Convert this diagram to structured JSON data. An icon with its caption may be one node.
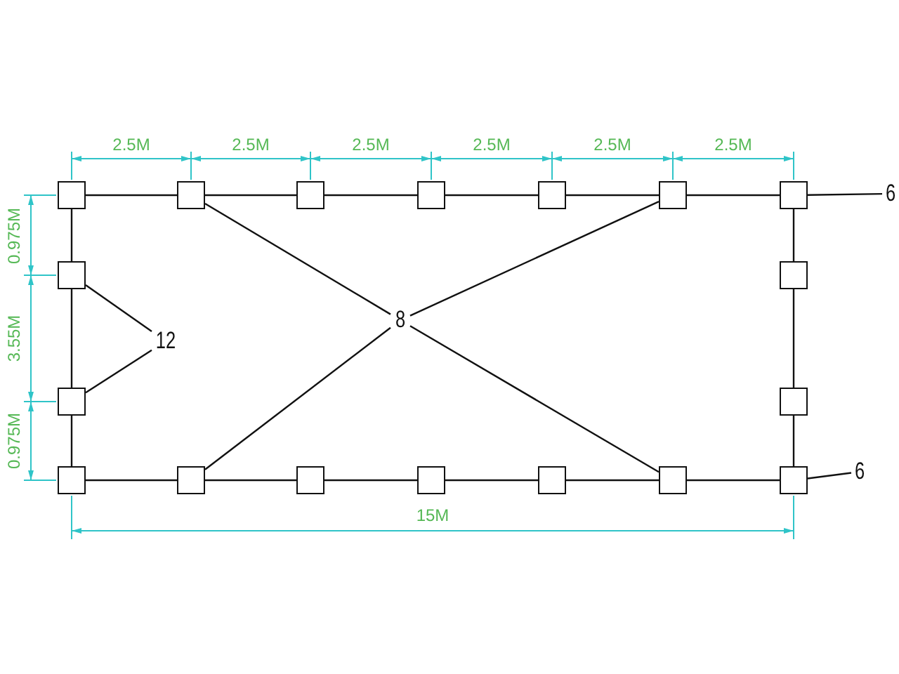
{
  "diagram": {
    "nodes": [
      {
        "text": [],
        "shape": "box"
      },
      {
        "text": [],
        "shape": "box"
      },
      {
        "text": [],
        "shape": "box"
      },
      {
        "text": [],
        "shape": "box"
      },
      {
        "text": [],
        "shape": "box"
      },
      {
        "text": [],
        "shape": "box"
      },
      {
        "text": [],
        "shape": "box"
      },
      {
        "text": [
          "6"
        ]
      },
      {
        "text": [],
        "shape": "box"
      },
      {
        "text": [],
        "shape": "box"
      },
      {
        "text": [
          "8"
        ]
      },
      {
        "text": [
          "12"
        ]
      },
      {
        "text": [],
        "shape": "box"
      },
      {
        "text": [],
        "shape": "box"
      },
      {
        "text": [],
        "shape": "box"
      },
      {
        "text": [],
        "shape": "box"
      },
      {
        "text": [],
        "shape": "box"
      },
      {
        "text": [],
        "shape": "box"
      },
      {
        "text": [],
        "shape": "box"
      },
      {
        "text": [],
        "shape": "box"
      },
      {
        "text": [],
        "shape": "box"
      },
      {
        "text": [
          "6"
        ]
      }
    ],
    "edges": [
      {
        "from": 0,
        "to": 1,
        "arrow": "none"
      },
      {
        "from": 1,
        "to": 2,
        "arrow": "none"
      },
      {
        "from": 2,
        "to": 3,
        "arrow": "none"
      },
      {
        "from": 3,
        "to": 4,
        "arrow": "none"
      },
      {
        "from": 4,
        "to": 5,
        "arrow": "none"
      },
      {
        "from": 5,
        "to": 6,
        "arrow": "none"
      },
      {
        "from": 0,
        "to": 8,
        "arrow": "none"
      },
      {
        "from": 8,
        "to": 12,
        "arrow": "none"
      },
      {
        "from": 12,
        "to": 14,
        "arrow": "none"
      },
      {
        "from": 6,
        "to": 9,
        "arrow": "none"
      },
      {
        "from": 9,
        "to": 13,
        "arrow": "none"
      },
      {
        "from": 13,
        "to": 20,
        "arrow": "none"
      },
      {
        "from": 14,
        "to": 15,
        "arrow": "none"
      },
      {
        "from": 15,
        "to": 16,
        "arrow": "none"
      },
      {
        "from": 16,
        "to": 17,
        "arrow": "none"
      },
      {
        "from": 17,
        "to": 18,
        "arrow": "none"
      },
      {
        "from": 18,
        "to": 19,
        "arrow": "none"
      },
      {
        "from": 19,
        "to": 20,
        "arrow": "none"
      },
      {
        "from": 7,
        "to": 6,
        "arrow": "none"
      },
      {
        "from": 10,
        "to": 1,
        "arrow": "none"
      },
      {
        "from": 10,
        "to": 5,
        "arrow": "none"
      },
      {
        "from": 10,
        "to": 15,
        "arrow": "none"
      },
      {
        "from": 10,
        "to": 19,
        "arrow": "none"
      },
      {
        "from": 11,
        "to": 8,
        "arrow": "none"
      },
      {
        "from": 11,
        "to": 12,
        "arrow": "none"
      },
      {
        "from": 21,
        "to": 20,
        "arrow": "none"
      }
    ],
    "labels": [
      "2.5M",
      "2.5M",
      "2.5M",
      "2.5M",
      "2.5M",
      "2.5M",
      "0.975M",
      "3.55M",
      "0.975M",
      "15M"
    ]
  }
}
